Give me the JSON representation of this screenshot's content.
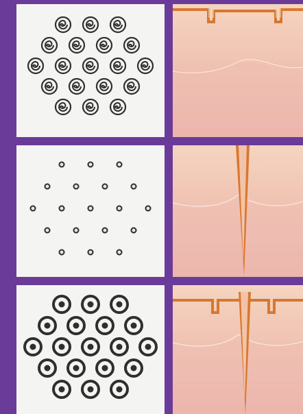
{
  "rows": [
    {
      "pattern": "spiral",
      "skin_profile": "fractional-surface"
    },
    {
      "pattern": "small-dot",
      "skin_profile": "deep-needle"
    },
    {
      "pattern": "ring",
      "skin_profile": "combined"
    }
  ],
  "colors": {
    "background": "#6a3b98",
    "pattern": "#2f2f2f",
    "skin_light": "#f5d5bf",
    "skin_dark": "#e8aaa6",
    "treatment_line": "#d8782e"
  }
}
